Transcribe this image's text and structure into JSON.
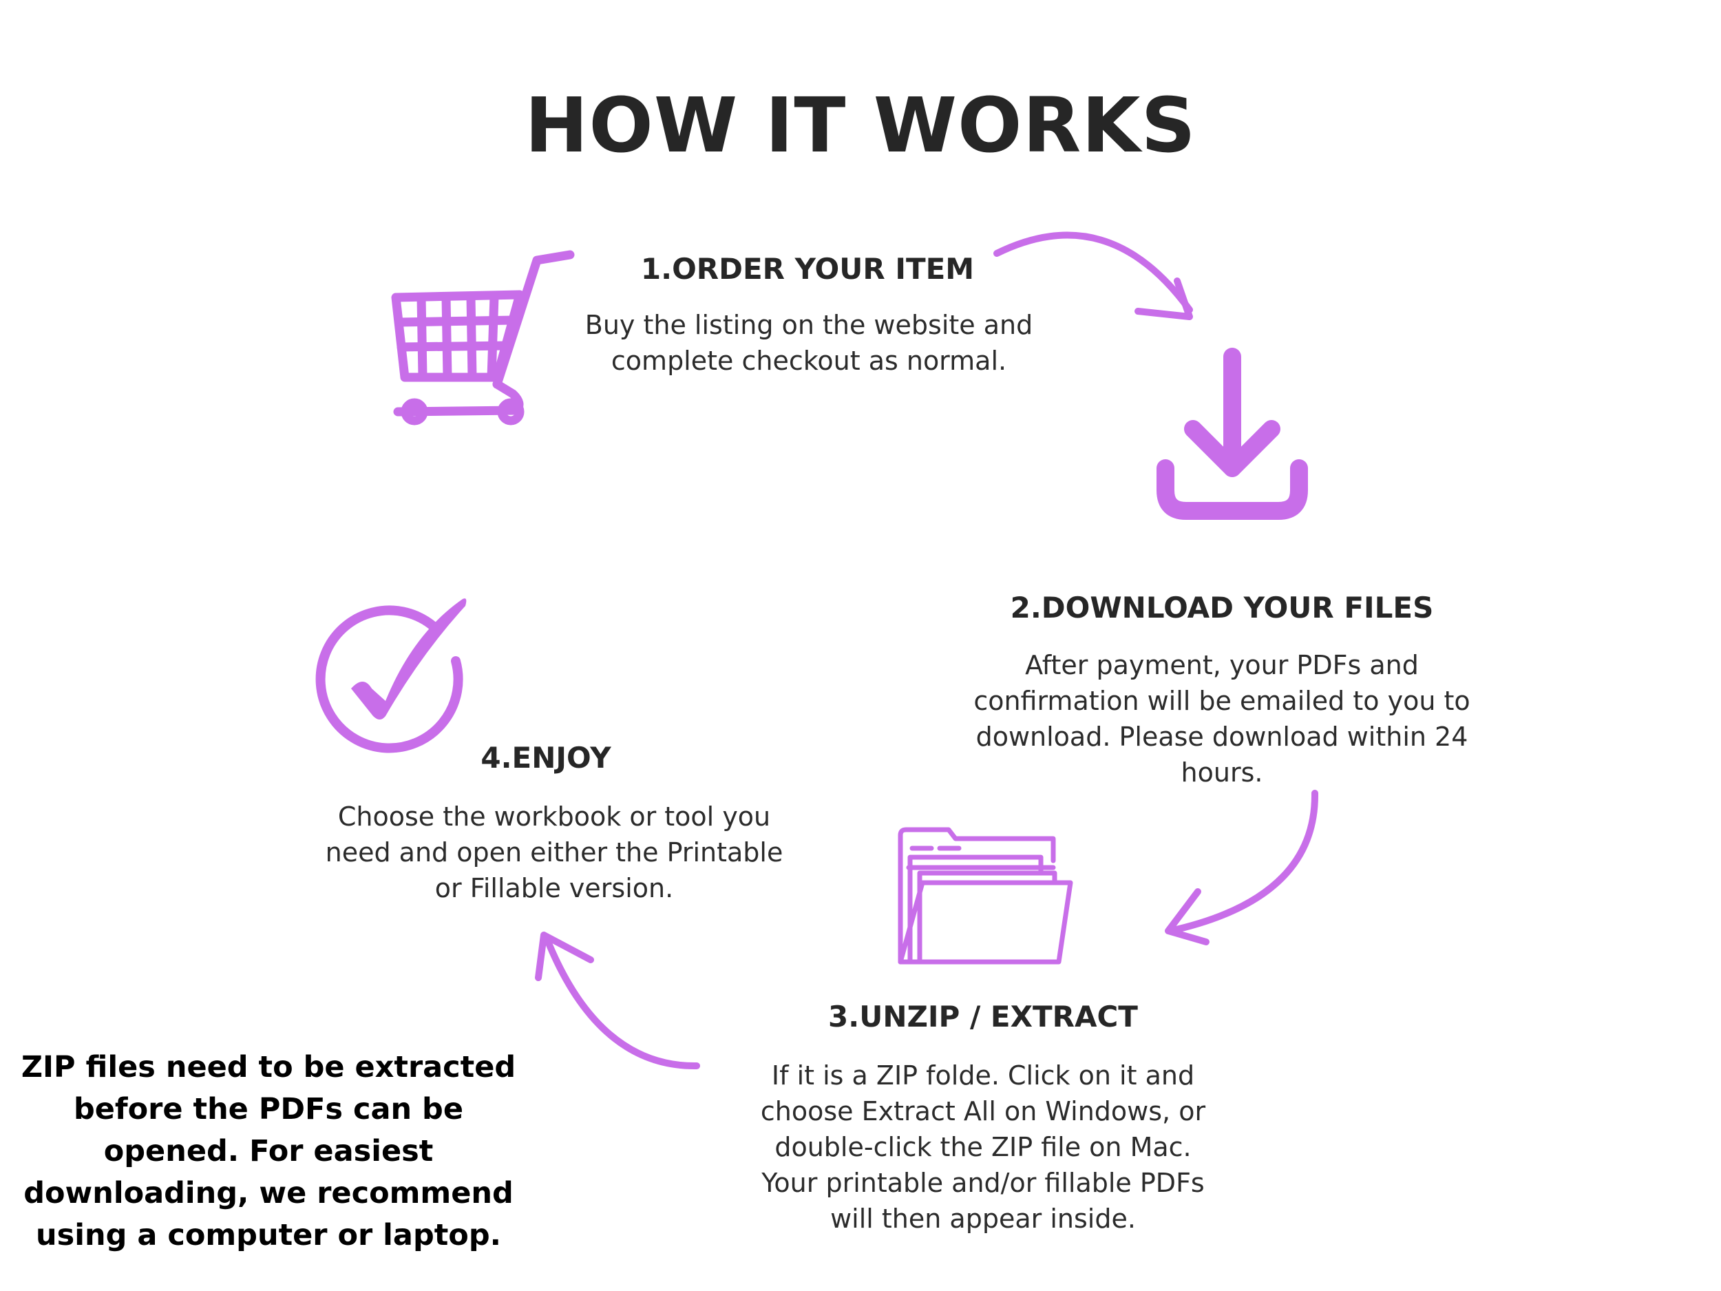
{
  "title": "HOW IT WORKS",
  "accent_color": "#c86ee9",
  "steps": [
    {
      "heading": "1.ORDER YOUR ITEM",
      "line1": "Buy the listing on the website and",
      "line2": "complete checkout as normal.",
      "icon": "shopping-cart-icon"
    },
    {
      "heading": "2.DOWNLOAD YOUR FILES",
      "line1": "After payment, your PDFs and",
      "line2": "confirmation will be emailed to you to",
      "line3": "download. Please download within 24",
      "line4": "hours.",
      "icon": "download-icon"
    },
    {
      "heading": "3.UNZIP / EXTRACT",
      "line1": "If it is a ZIP folde. Click on it and",
      "line2": "choose Extract All on Windows, or",
      "line3": "double-click the ZIP file on Mac.",
      "line4": "Your printable and/or fillable PDFs",
      "line5": "will then appear inside.",
      "icon": "folder-icon"
    },
    {
      "heading": "4.ENJOY",
      "line1": "Choose the workbook or tool you",
      "line2": "need and open either the Printable",
      "line3": "or Fillable version.",
      "icon": "checkmark-circle-icon"
    }
  ],
  "note": {
    "line1": "ZIP files need to be extracted",
    "line2": "before the PDFs can be",
    "line3": "opened. For easiest",
    "line4": "downloading, we recommend",
    "line5": "using a computer or laptop."
  }
}
